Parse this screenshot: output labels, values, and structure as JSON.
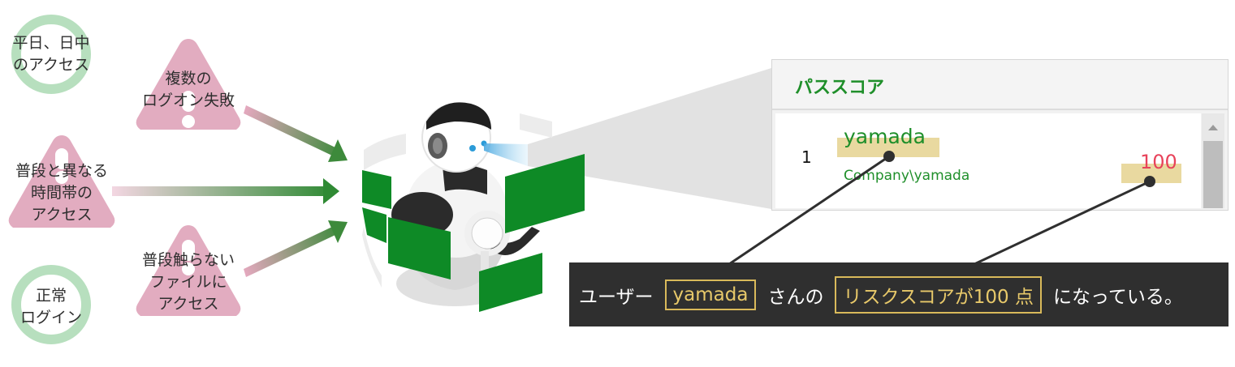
{
  "nodes": {
    "normal_access": "平日、日中\nのアクセス",
    "normal_login": "正常\nログイン",
    "failed_logon": "複数の\nログオン失敗",
    "unusual_time": "普段と異なる\n時間帯の\nアクセス",
    "unusual_file": "普段触らない\nファイルに\nアクセス"
  },
  "panel": {
    "title": "パススコア",
    "row_number": "1",
    "user_name": "yamada",
    "user_domain": "Company\\yamada",
    "score": "100"
  },
  "caption": {
    "prefix": "ユーザー",
    "user": "yamada",
    "middle": "さんの",
    "score_text": "リスクスコアが100 点",
    "suffix": "になっている。"
  },
  "colors": {
    "ring": "#b7dfbe",
    "warning": "#e2acc0",
    "green": "#0e8a26",
    "highlight": "#e9d9a0",
    "score": "#e8425a"
  },
  "icons": [
    "warning-icon",
    "robot-icon",
    "magnifier-icon"
  ]
}
